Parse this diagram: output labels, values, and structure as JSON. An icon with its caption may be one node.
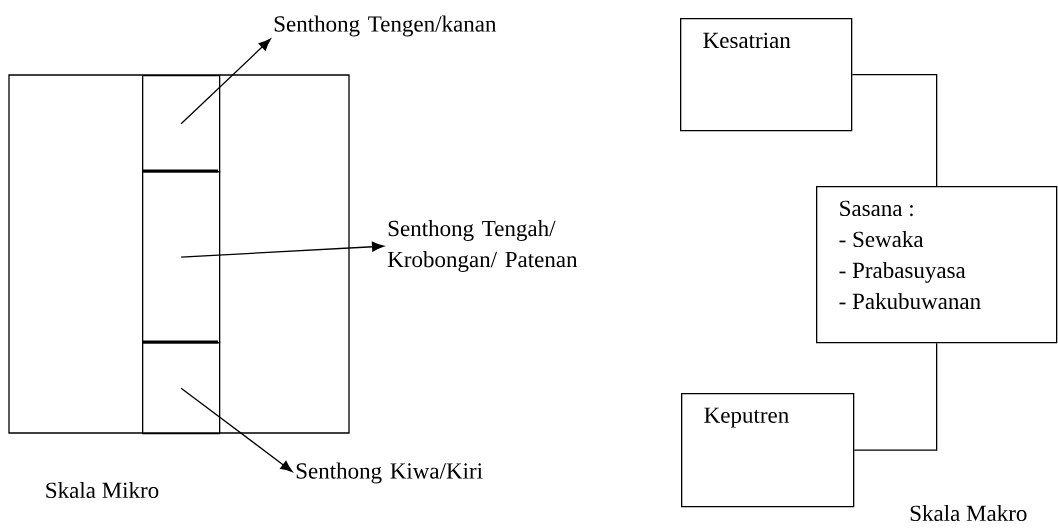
{
  "diagram": {
    "nodes": [
      {
        "text": [],
        "shape": "box"
      },
      {
        "text": [],
        "shape": "box"
      },
      {
        "text": [],
        "shape": "box"
      },
      {
        "text": [
          "Senthong Tengen/kanan"
        ]
      },
      {
        "text": [
          "Senthong Tengah/ Krobongan/ Patenan"
        ]
      },
      {
        "text": [
          "Senthong Kiwa/Kiri"
        ]
      },
      {
        "text": [
          "Kesatrian"
        ]
      },
      {
        "text": [
          "Sasana :",
          "- Sewaka",
          "- Prabasuyasa",
          "- Pakubuwanan"
        ]
      },
      {
        "text": [
          "Keputren"
        ]
      }
    ],
    "edges": [
      {
        "from": 0,
        "to": 3,
        "arrow": "to"
      },
      {
        "from": 1,
        "to": 4,
        "arrow": "to"
      },
      {
        "from": 2,
        "to": 5,
        "arrow": "to"
      },
      {
        "from": 6,
        "to": 7,
        "arrow": "none"
      },
      {
        "from": 8,
        "to": 7,
        "arrow": "none"
      }
    ],
    "labels": [
      "Skala Mikro",
      "Skala Makro"
    ]
  }
}
